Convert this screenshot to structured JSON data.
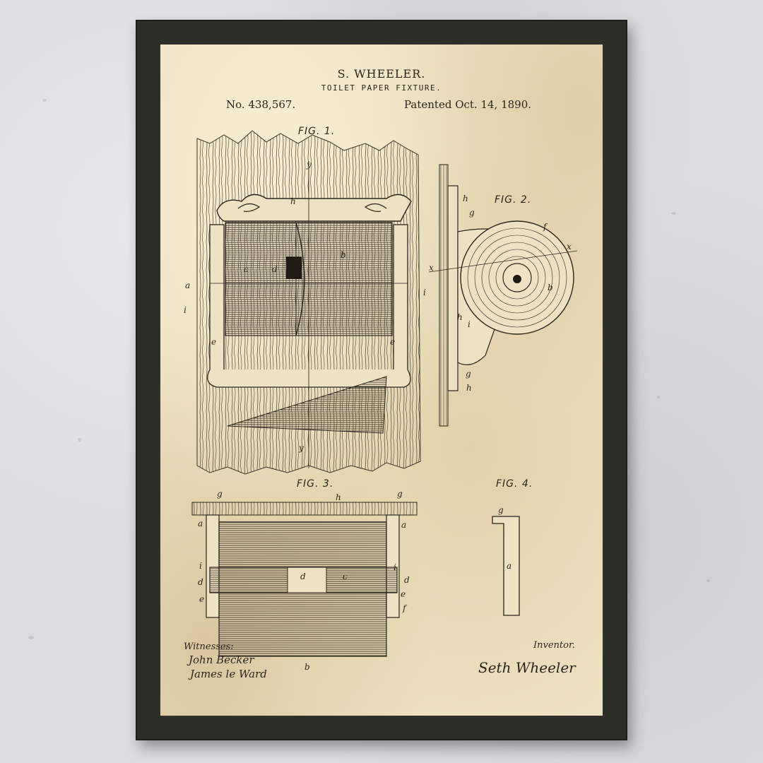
{
  "patent": {
    "inventor_name": "S. WHEELER.",
    "title": "TOILET PAPER FIXTURE.",
    "number": "No. 438,567.",
    "date": "Patented Oct. 14, 1890."
  },
  "figures": {
    "fig1": "FIG. 1.",
    "fig2": "FIG. 2.",
    "fig3": "FIG. 3.",
    "fig4": "FIG. 4."
  },
  "letters": {
    "a": "a",
    "b": "b",
    "c": "c",
    "d": "d",
    "e": "e",
    "f": "f",
    "g": "g",
    "h": "h",
    "i": "i",
    "x": "x",
    "y": "y"
  },
  "signatures": {
    "witnesses_label": "Witnesses:",
    "witness_1": "John Becker",
    "witness_2": "James le Ward",
    "inventor_label": "Inventor.",
    "inventor_signature": "Seth Wheeler"
  },
  "colors": {
    "wall": "#dcdde0",
    "frame": "#2f2f2a",
    "paper": "#efe2c2",
    "ink": "#2a241c"
  }
}
